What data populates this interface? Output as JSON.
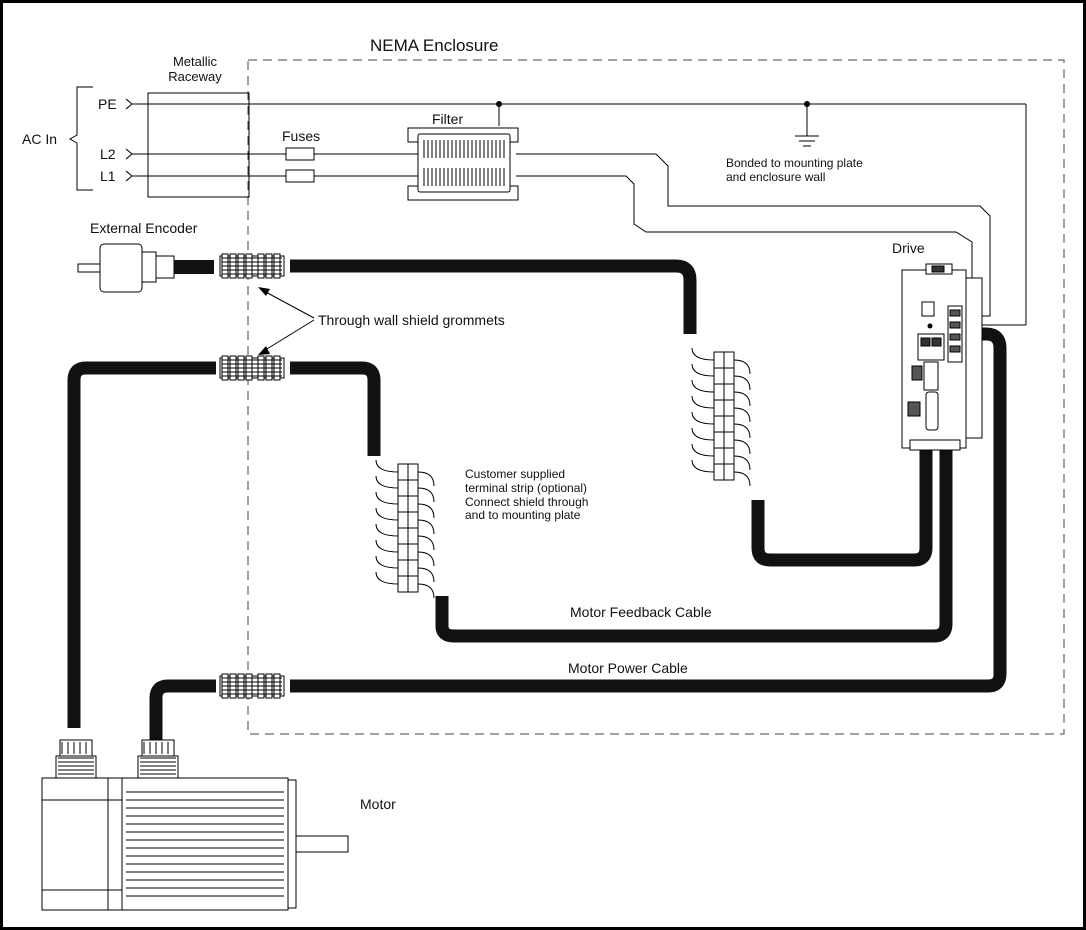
{
  "labels": {
    "enclosure": "NEMA Enclosure",
    "raceway": "Metallic\nRaceway",
    "pe": "PE",
    "ac_in": "AC In",
    "l2": "L2",
    "l1": "L1",
    "fuses": "Fuses",
    "filter": "Filter",
    "bonded": "Bonded to mounting plate\nand enclosure wall",
    "external_encoder": "External Encoder",
    "drive": "Drive",
    "grommets": "Through wall shield grommets",
    "terminal_strip": "Customer supplied\nterminal strip (optional)\nConnect shield through\nand to mounting plate",
    "feedback_cable": "Motor Feedback Cable",
    "power_cable": "Motor Power Cable",
    "motor": "Motor"
  }
}
